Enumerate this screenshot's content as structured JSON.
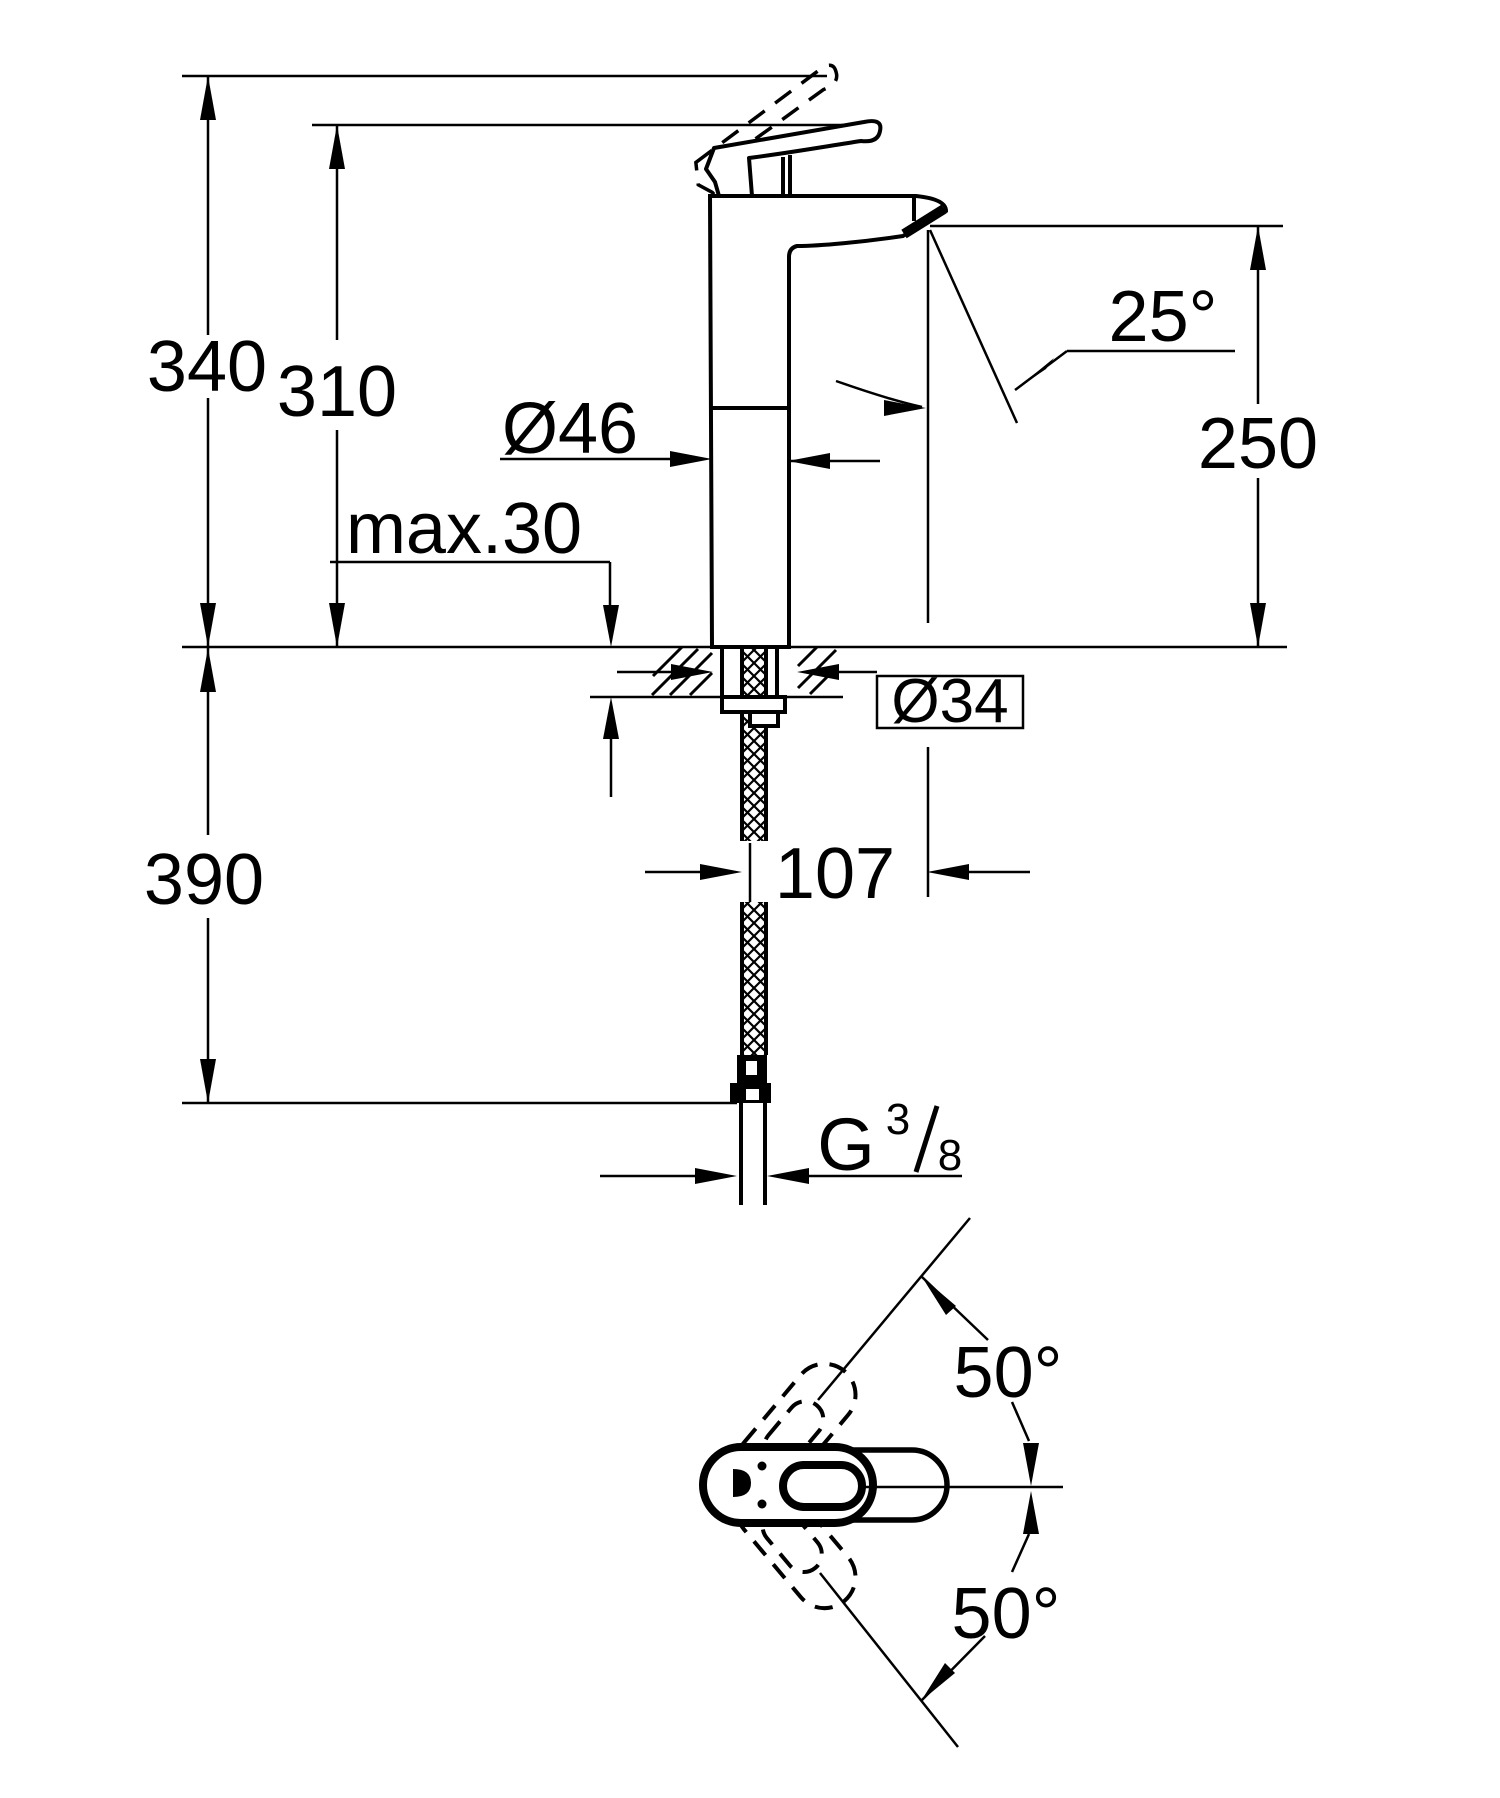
{
  "drawing": {
    "title": "Single-lever basin mixer - dimensional technical drawing",
    "colors": {
      "line": "#000000",
      "background": "#ffffff"
    },
    "labels": {
      "total_height": "340",
      "open_handle_height": "310",
      "spout_height": "250",
      "spout_angle": "25°",
      "body_diameter": "Ø46",
      "max_deck_thickness": "max.30",
      "hole_diameter": "Ø34",
      "length_below_deck": "390",
      "spout_projection": "107",
      "thread_g": "G",
      "thread_numerator": "3",
      "thread_denominator": "8",
      "swivel_angle_upper": "50°",
      "swivel_angle_lower": "50°"
    }
  }
}
